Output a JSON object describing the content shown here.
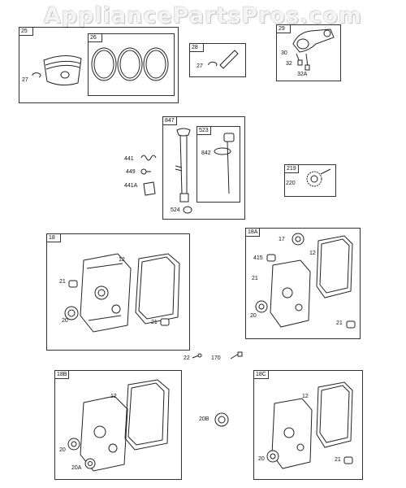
{
  "watermark": "AppliancePartsPros.com",
  "panels": {
    "p25": "25",
    "p26": "26",
    "p28": "28",
    "p29": "29",
    "p847": "847",
    "p523": "523",
    "p219": "219",
    "p18": "18",
    "p18A": "18A",
    "p18B": "18B",
    "p18C": "18C"
  },
  "labels": {
    "l27a": "27",
    "l27b": "27",
    "l30": "30",
    "l32": "32",
    "l32A": "32A",
    "l441": "441",
    "l449": "449",
    "l441A": "441A",
    "l524": "524",
    "l842": "842",
    "l220": "220",
    "l18_12": "12",
    "l18_21a": "21",
    "l18_20": "20",
    "l18_21b": "21",
    "l18A_17": "17",
    "l18A_415": "415",
    "l18A_12": "12",
    "l18A_21a": "21",
    "l18A_20": "20",
    "l18A_21b": "21",
    "l22": "22",
    "l170": "170",
    "l18B_12": "12",
    "l18B_20": "20",
    "l18B_20A": "20A",
    "l20B": "20B",
    "l18C_12": "12",
    "l18C_20": "20",
    "l18C_21": "21"
  }
}
